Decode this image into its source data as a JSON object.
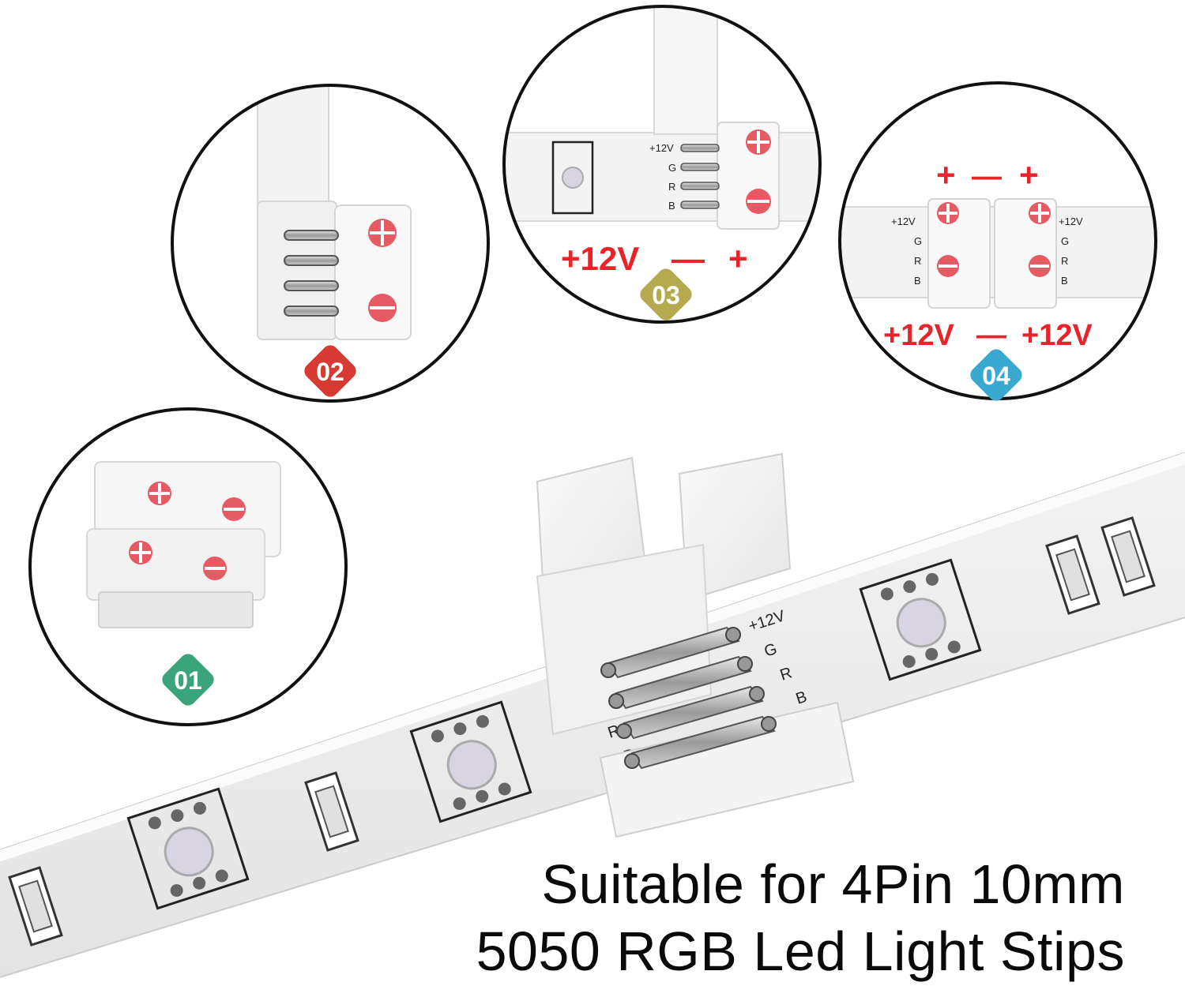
{
  "callouts": [
    {
      "number": "01",
      "badge_color": "#3aa57a"
    },
    {
      "number": "02",
      "badge_color": "#d63a32"
    },
    {
      "number": "03",
      "badge_color": "#b5aa4f"
    },
    {
      "number": "04",
      "badge_color": "#3aa9cf"
    }
  ],
  "polarity": {
    "c3": {
      "left": "+12V",
      "dash": "—",
      "right": "+"
    },
    "c4_top": {
      "left": "+",
      "dash": "—",
      "right": "+"
    },
    "c4_bottom": {
      "left": "+12V",
      "dash": "—",
      "right": "+12V"
    }
  },
  "pins": {
    "v": "+12V",
    "g": "G",
    "r": "R",
    "b": "B"
  },
  "caption": {
    "line1": "Suitable for 4Pin 10mm",
    "line2": "5050 RGB Led Light Stips"
  },
  "colors": {
    "accent_red": "#e8242a",
    "pad_red": "#e65a63",
    "outline": "#111111"
  }
}
